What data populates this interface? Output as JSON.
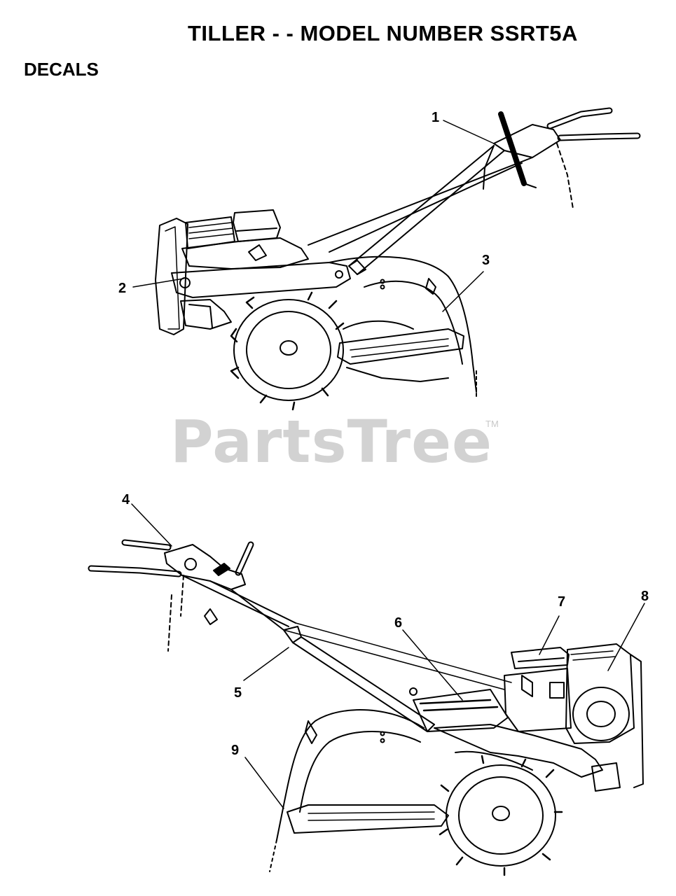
{
  "header": {
    "title": "TILLER - - MODEL NUMBER SSRT5A",
    "section": "DECALS"
  },
  "watermark": {
    "text": "PartsTree",
    "tm": "TM"
  },
  "callouts": [
    "1",
    "2",
    "3",
    "4",
    "5",
    "6",
    "7",
    "8",
    "9"
  ],
  "colors": {
    "line": "#000000",
    "watermark": "#d2d2d2",
    "background": "#ffffff"
  }
}
